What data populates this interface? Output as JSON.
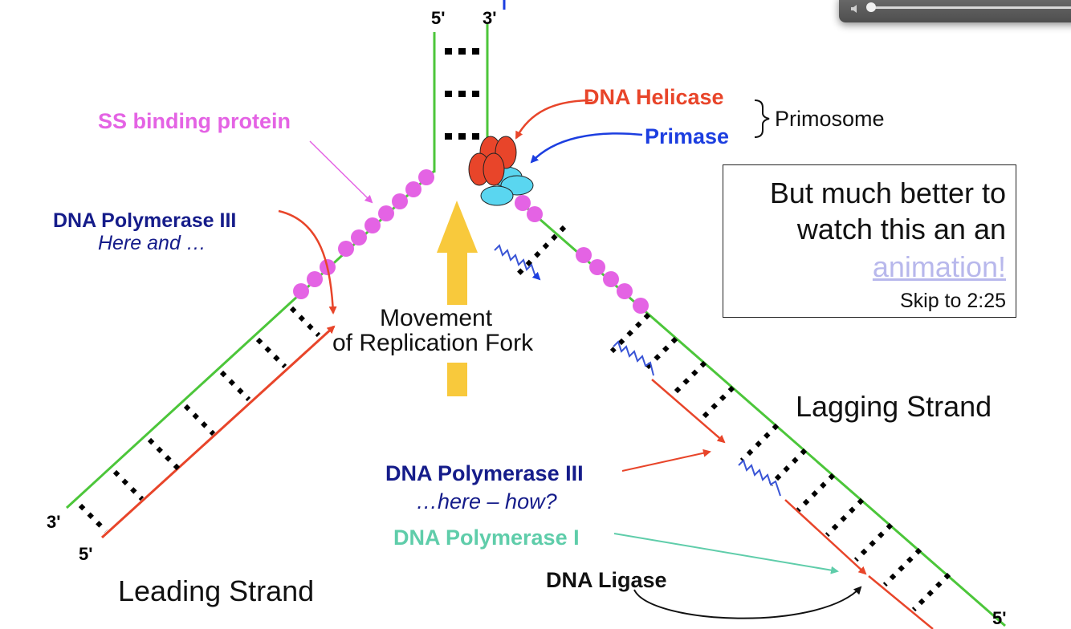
{
  "labels": {
    "top_5prime": "5'",
    "top_3prime": "3'",
    "bl_3prime": "3'",
    "bl_5prime": "5'",
    "br_5prime": "5'",
    "helicase": "DNA Helicase",
    "primase": "Primase",
    "primosome": "Primosome",
    "ssb": "SS binding protein",
    "pol3_leading_title": "DNA Polymerase III",
    "pol3_leading_sub": "Here and …",
    "movement_line1": "Movement",
    "movement_line2": "of Replication Fork",
    "lagging": "Lagging Strand",
    "leading": "Leading Strand",
    "pol3_lagging_title": "DNA Polymerase III",
    "pol3_lagging_sub": "…here – how?",
    "pol1": "DNA Polymerase I",
    "ligase": "DNA Ligase"
  },
  "note": {
    "line1": "But much better to",
    "line2": "watch this an an",
    "link": "animation!",
    "skip": "Skip to 2:25"
  },
  "colors": {
    "template_strand": "#4cc63a",
    "new_strand": "#e8452a",
    "rna_primer": "#3b56d6",
    "ssb_protein": "#e463e4",
    "helicase": "#e8452a",
    "primase": "#5ad6f0",
    "fork_arrow": "#f8c93c",
    "pol3_text": "#151c8a",
    "pol1_text": "#5fcdaa",
    "primase_text": "#1c3ee0"
  }
}
